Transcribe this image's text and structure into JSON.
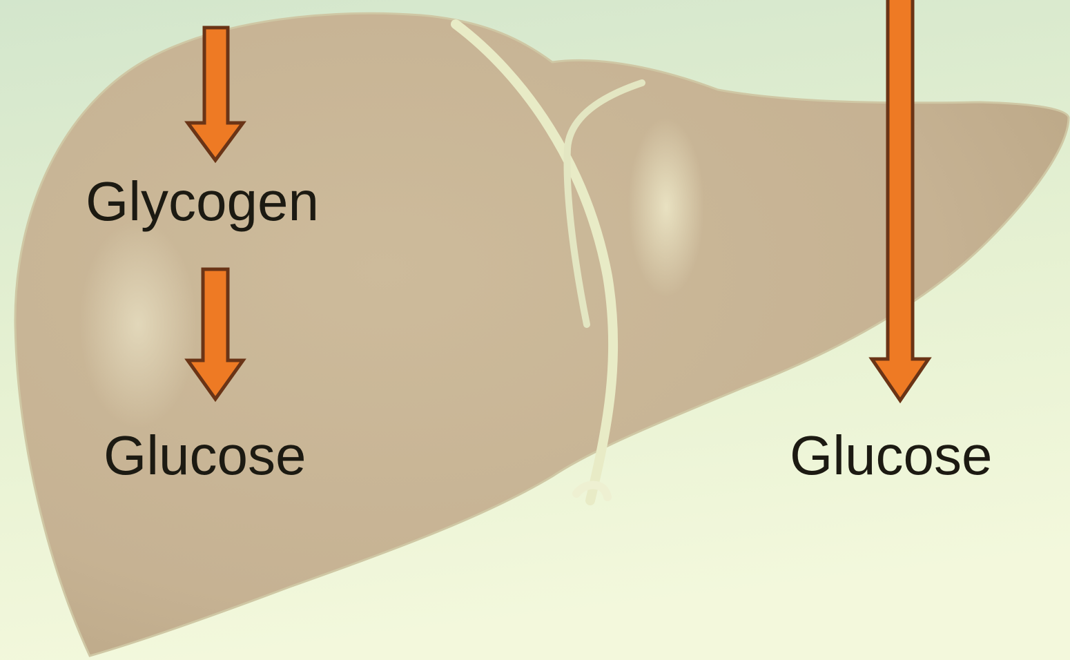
{
  "diagram": {
    "labels": {
      "glycogen": "Glycogen",
      "glucose_liver": "Glucose",
      "glucose_blood": "Glucose"
    },
    "colors": {
      "background_top": "#d3e6cc",
      "background_bottom": "#f2f8da",
      "liver": "#c9b596",
      "liver_outline": "#e2e0b8",
      "ligament": "#e9ecc8",
      "arrow_fill": "#ee7a24",
      "arrow_outline": "#6a3416",
      "text": "#1c1a12"
    },
    "icons": {
      "organ": "liver-icon",
      "arrow": "down-arrow-icon"
    }
  }
}
